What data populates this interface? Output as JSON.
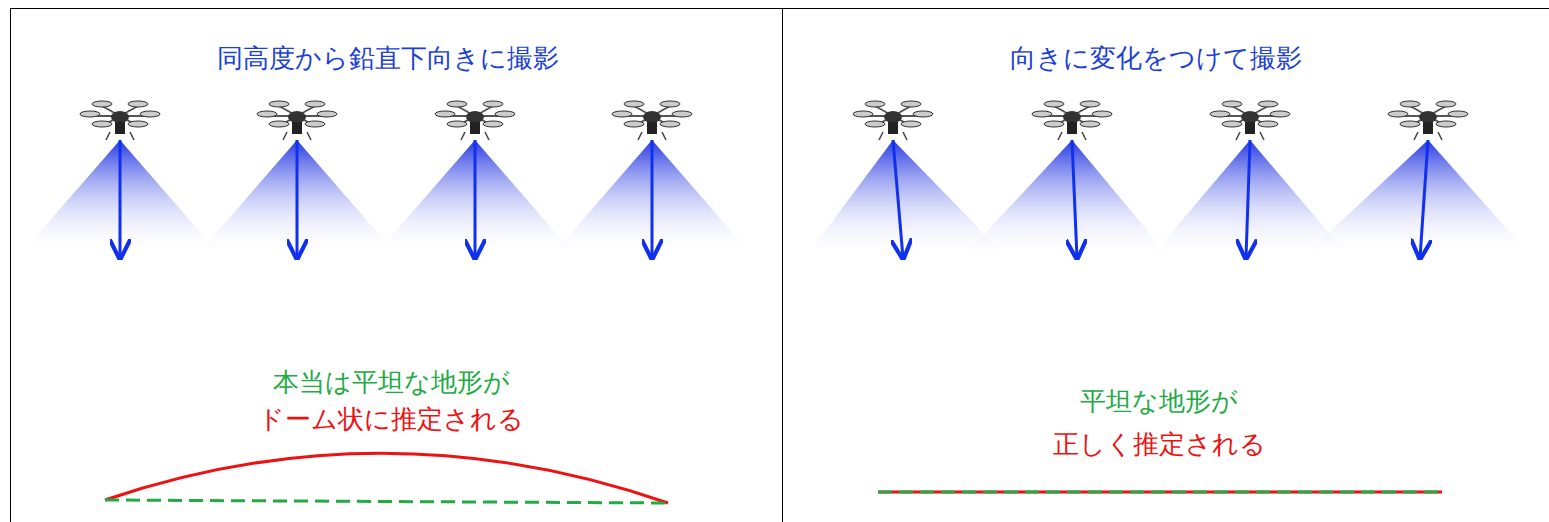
{
  "diagram": {
    "nodes": [
      {
        "text": [
          "同高度から鉛直下向きに撮影",
          "本当は平坦な地形が",
          "ドーム状に推定される"
        ]
      },
      {
        "text": [
          "向きに変化をつけて撮影",
          "平坦な地形が",
          "正しく推定される"
        ]
      }
    ]
  }
}
